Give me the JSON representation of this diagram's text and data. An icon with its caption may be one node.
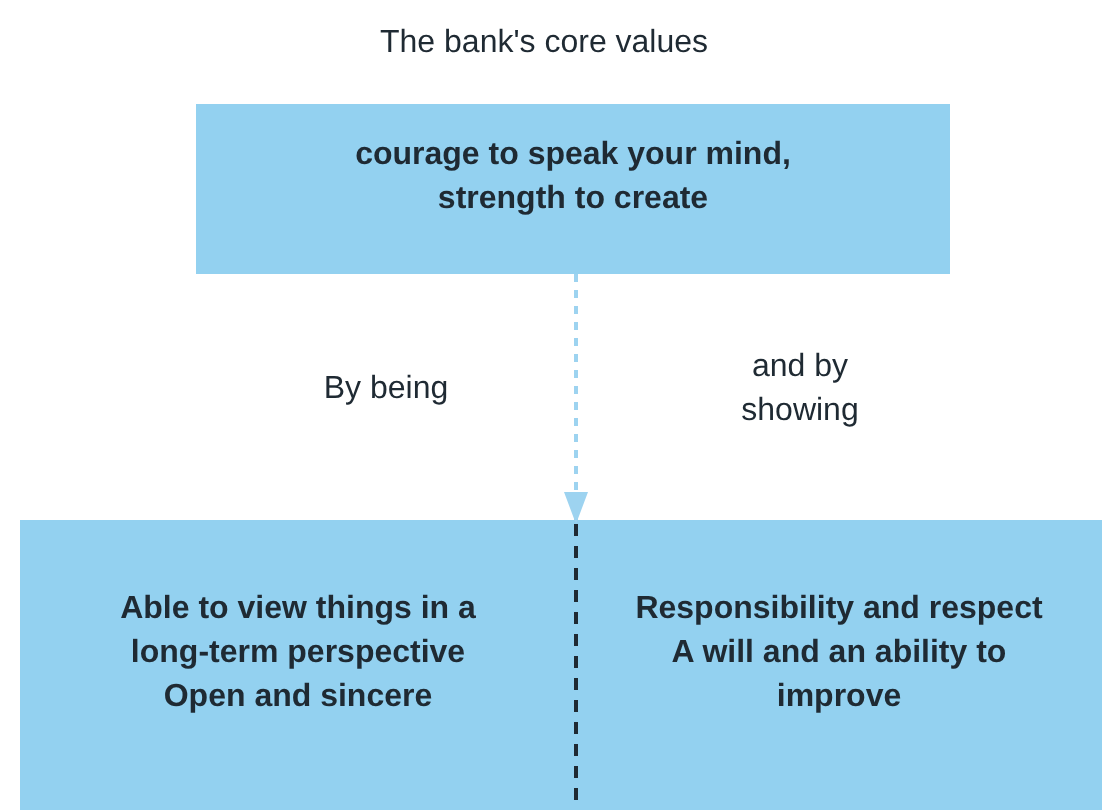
{
  "diagram": {
    "title": "The bank's core values",
    "nodes": [
      {
        "text": [
          "courage to speak your mind, strength to create"
        ]
      },
      {
        "text": [],
        "shape": "box"
      },
      {
        "text": [
          "Able to view things in a long-term perspective",
          "Open and sincere"
        ],
        "in": 1
      },
      {
        "text": [
          "Responsibility and respect",
          "A will and an ability to improve"
        ],
        "in": 1
      }
    ],
    "edges": [
      {
        "from": 0,
        "to": 1,
        "arrow": "to",
        "style": "dashed",
        "color": "#9dd3f0"
      }
    ],
    "labels": [
      "By being",
      "and by showing"
    ]
  }
}
